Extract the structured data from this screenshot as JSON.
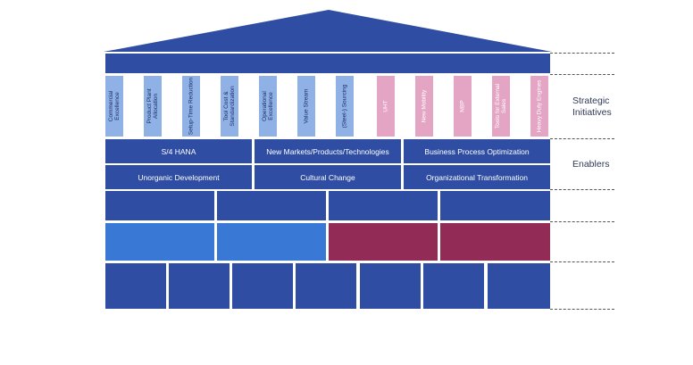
{
  "pillars": [
    {
      "label": "Commercial Excellence",
      "color": "blue"
    },
    {
      "label": "Product Plant Allocation",
      "color": "blue"
    },
    {
      "label": "Setup-Time Reduction",
      "color": "blue"
    },
    {
      "label": "Tool Cost & Standardization",
      "color": "blue"
    },
    {
      "label": "Operational Excellence",
      "color": "blue"
    },
    {
      "label": "Value Stream",
      "color": "blue"
    },
    {
      "label": "(Steel-) Sourcing",
      "color": "blue"
    },
    {
      "label": "UHT",
      "color": "pink"
    },
    {
      "label": "New Mobility",
      "color": "pink"
    },
    {
      "label": "NBP",
      "color": "pink"
    },
    {
      "label": "Tools for External Sales",
      "color": "pink"
    },
    {
      "label": "Heavy Duty Engines",
      "color": "pink"
    }
  ],
  "enablers_row1": [
    "S/4 HANA",
    "New Markets/Products/Technologies",
    "Business Process Optimization"
  ],
  "enablers_row2": [
    "Unorganic Development",
    "Cultural Change",
    "Organizational Transformation"
  ],
  "side_labels": {
    "strategic": "Strategic Initiatives",
    "enablers": "Enablers"
  },
  "colors": {
    "roof": "#2f4ea3",
    "pillar_blue": "#8fb1e6",
    "pillar_pink": "#e4a4c3",
    "block_light": "#3a78d6",
    "block_maroon": "#922b55"
  }
}
